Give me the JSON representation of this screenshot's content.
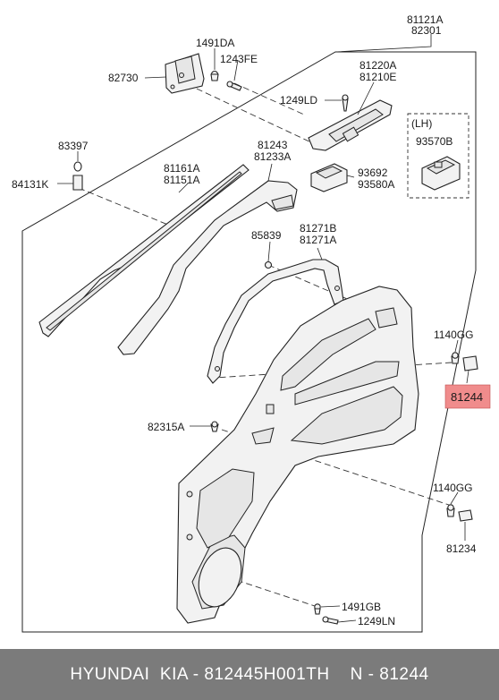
{
  "labels": {
    "frame_top_1": "81121A",
    "frame_top_2": "82301",
    "p1491DA": "1491DA",
    "p1243FE": "1243FE",
    "p82730": "82730",
    "p81220A": "81220A",
    "p81210E": "81210E",
    "p1249LD": "1249LD",
    "lh": "(LH)",
    "p93570B": "93570B",
    "p83397": "83397",
    "p84131K": "84131K",
    "p81161A": "81161A",
    "p81151A": "81151A",
    "p81243": "81243",
    "p81233A": "81233A",
    "p93692": "93692",
    "p93580A": "93580A",
    "p85839": "85839",
    "p81271B": "81271B",
    "p81271A": "81271A",
    "p1140GG_a": "1140GG",
    "p81244": "81244",
    "p82315A": "82315A",
    "p1140GG_b": "1140GG",
    "p81234": "81234",
    "p1491GB": "1491GB",
    "p1249LN": "1249LN"
  },
  "highlight_color": "#f08c8c",
  "footer": {
    "brand": "HYUNDAI  KIA - 812445H001TH",
    "part": "N - 81244"
  }
}
